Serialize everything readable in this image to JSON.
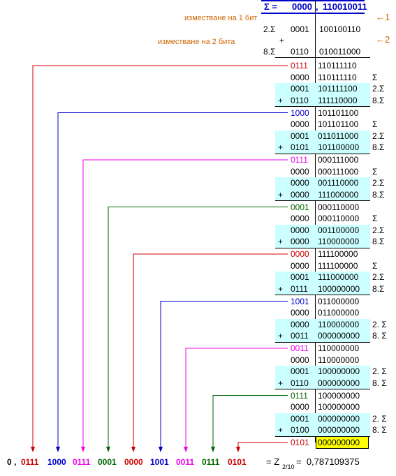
{
  "header": {
    "sigma_label": "Σ =",
    "integer_part": "0000",
    "comma": ",",
    "fraction_part": "110010011"
  },
  "shift_notes": {
    "shift1_text": "изместване на 1 бит",
    "shift1_arrow": "←1",
    "shift2_text": "изместване на 2 бита",
    "shift2_arrow": "←2"
  },
  "preface": {
    "row1": {
      "mult": "2.Σ",
      "left": "0001",
      "right": "100100110"
    },
    "plus": "+",
    "row2": {
      "mult": "8.Σ",
      "left": "0110",
      "right": "010011000"
    }
  },
  "steps": [
    {
      "rows": [
        {
          "left": "0111",
          "right": "110111110",
          "tag": ""
        },
        {
          "left": "0000",
          "right": "110111110",
          "tag": "Σ"
        },
        {
          "left": "0001",
          "right": "101111100",
          "tag": "2.Σ"
        },
        {
          "left": "0110",
          "right": "111110000",
          "tag": "8.Σ",
          "plus": "+"
        }
      ]
    },
    {
      "rows": [
        {
          "left": "1000",
          "right": "101101100",
          "tag": ""
        },
        {
          "left": "0000",
          "right": "101101100",
          "tag": "Σ"
        },
        {
          "left": "0001",
          "right": "011011000",
          "tag": "2.Σ"
        },
        {
          "left": "0101",
          "right": "101100000",
          "tag": "8.Σ",
          "plus": "+"
        }
      ]
    },
    {
      "rows": [
        {
          "left": "0111",
          "right": "000111000",
          "tag": ""
        },
        {
          "left": "0000",
          "right": "000111000",
          "tag": "Σ"
        },
        {
          "left": "0000",
          "right": "001110000",
          "tag": "2.Σ"
        },
        {
          "left": "0000",
          "right": "111000000",
          "tag": "8.Σ",
          "plus": "+"
        }
      ]
    },
    {
      "rows": [
        {
          "left": "0001",
          "right": "000110000",
          "tag": ""
        },
        {
          "left": "0000",
          "right": "000110000",
          "tag": "Σ"
        },
        {
          "left": "0000",
          "right": "001100000",
          "tag": "2.Σ"
        },
        {
          "left": "0000",
          "right": "110000000",
          "tag": "8.Σ",
          "plus": "+"
        }
      ]
    },
    {
      "rows": [
        {
          "left": "0000",
          "right": "111100000",
          "tag": ""
        },
        {
          "left": "0000",
          "right": "111100000",
          "tag": "Σ"
        },
        {
          "left": "0001",
          "right": "111000000",
          "tag": "2.Σ"
        },
        {
          "left": "0111",
          "right": "100000000",
          "tag": "8.Σ",
          "plus": "+"
        }
      ]
    },
    {
      "rows": [
        {
          "left": "1001",
          "right": "011000000",
          "tag": ""
        },
        {
          "left": "0000",
          "right": "011000000",
          "tag": ""
        },
        {
          "left": "0000",
          "right": "110000000",
          "tag": "2. Σ"
        },
        {
          "left": "0011",
          "right": "000000000",
          "tag": "8. Σ",
          "plus": "+"
        }
      ]
    },
    {
      "rows": [
        {
          "left": "0011",
          "right": "110000000",
          "tag": ""
        },
        {
          "left": "0000",
          "right": "110000000",
          "tag": ""
        },
        {
          "left": "0001",
          "right": "100000000",
          "tag": "2. Σ"
        },
        {
          "left": "0110",
          "right": "000000000",
          "tag": "8. Σ",
          "plus": "+"
        }
      ]
    },
    {
      "rows": [
        {
          "left": "0111",
          "right": "100000000",
          "tag": ""
        },
        {
          "left": "0000",
          "right": "100000000",
          "tag": ""
        },
        {
          "left": "0001",
          "right": "000000000",
          "tag": "2. Σ"
        },
        {
          "left": "0100",
          "right": "000000000",
          "tag": "8. Σ",
          "plus": "+"
        }
      ]
    }
  ],
  "final_row": {
    "left": "0101",
    "right": "000000000"
  },
  "colors": {
    "digits": [
      "#cc0000",
      "#0000cc",
      "#ee00ee",
      "#006600",
      "#cc0000",
      "#0000cc",
      "#ee00ee",
      "#006600",
      "#cc0000"
    ],
    "header_blue": "#0000cc",
    "orange": "#cc6600",
    "highlight": "#ccffff",
    "result_fill": "#ffff00"
  },
  "result": {
    "prefix": "0 ,",
    "digits": [
      "0111",
      "1000",
      "0111",
      "0001",
      "0000",
      "1001",
      "0011",
      "0111",
      "0101"
    ],
    "equals": "= Z",
    "subscript": "2/10",
    "value": "=  0,787109375"
  }
}
